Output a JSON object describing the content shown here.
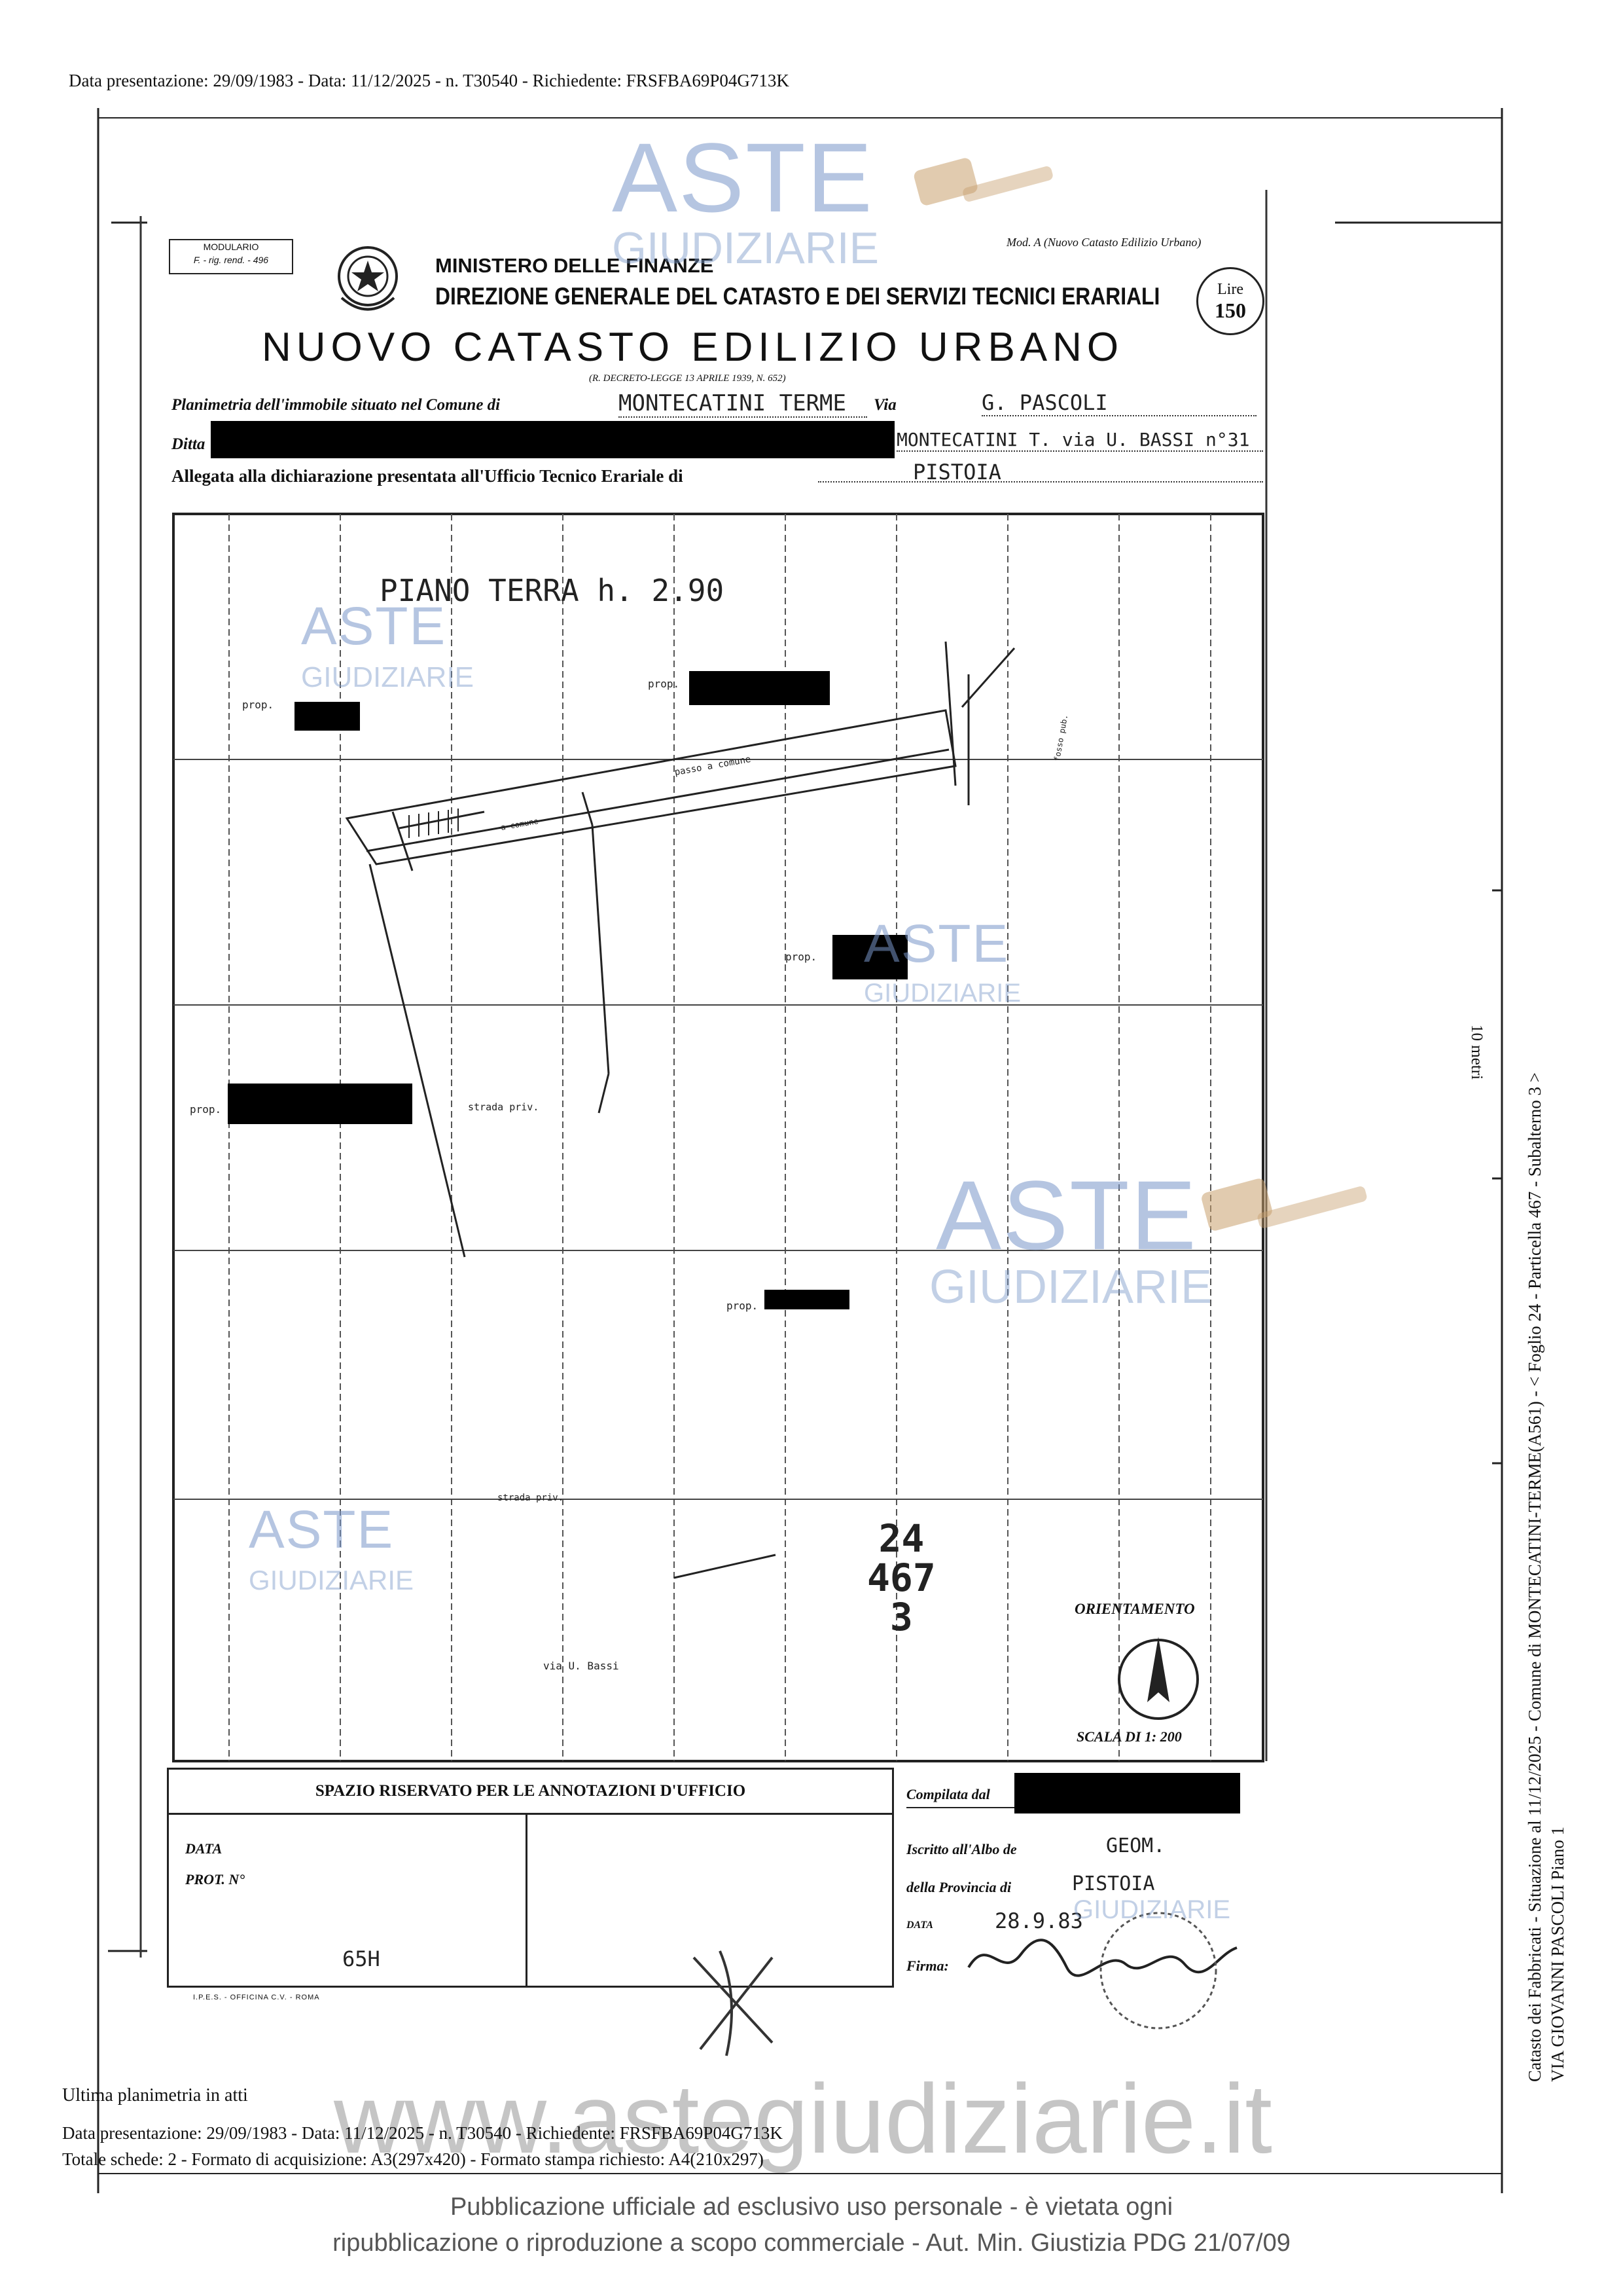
{
  "header_line": "Data presentazione: 29/09/1983 - Data: 11/12/2025 - n. T30540 - Richiedente: FRSFBA69P04G713K",
  "form": {
    "modulario": "MODULARIO",
    "modulario_code": "F. - rig. rend. - 496",
    "mod_a": "Mod. A (Nuovo Catasto Edilizio Urbano)",
    "ministry": "MINISTERO DELLE FINANZE",
    "direzione": "DIREZIONE GENERALE DEL CATASTO E DEI SERVIZI TECNICI ERARIALI",
    "title": "NUOVO CATASTO EDILIZIO URBANO",
    "decreto": "(R. DECRETO-LEGGE 13 APRILE 1939, N. 652)",
    "price_label": "Lire",
    "price_value": "150",
    "planimetria_label": "Planimetria dell'immobile situato nel Comune di",
    "comune_value": "MONTECATINI TERME",
    "via_label": "Via",
    "via_value": "G. PASCOLI",
    "ditta_label": "Ditta",
    "ditta_value": "MONTECATINI T. via U. BASSI n°31",
    "allegata_label": "Allegata alla dichiarazione presentata all'Ufficio Tecnico Erariale di",
    "allegata_value": "PISTOIA"
  },
  "plan": {
    "piano": "PIANO TERRA h. 2.90",
    "prop_labels": [
      "prop.",
      "prop.",
      "prop.",
      "prop.",
      "prop."
    ],
    "strada": "strada priv.",
    "corte": "passo a comune",
    "scala_comune": "a comune",
    "via_u_bassi": "via U. Bassi",
    "fosso": "fosso pub.",
    "foglio_numbers": [
      "24",
      "467",
      "3"
    ],
    "orientamento": "ORIENTAMENTO",
    "scala": "SCALA DI 1: 200"
  },
  "office_box": {
    "title": "SPAZIO RISERVATO PER LE ANNOTAZIONI D'UFFICIO",
    "data_label": "DATA",
    "prot_label": "PROT. N°",
    "number": "65H",
    "printer": "I.P.E.S. - OFFICINA C.V. - ROMA"
  },
  "compiler": {
    "compilata_label": "Compilata dal",
    "iscritto_label": "Iscritto all'Albo de",
    "iscritto_value": "GEOM.",
    "provincia_label": "della Provincia di",
    "provincia_value": "PISTOIA",
    "data_label": "DATA",
    "data_value": "28.9.83",
    "firma_label": "Firma:"
  },
  "watermark": {
    "aste": "ASTE",
    "giudiziarie": "GIUDIZIARIE",
    "site": "www.astegiudiziarie.it"
  },
  "side_text": {
    "line1": "Catasto dei Fabbricati - Situazione al 11/12/2025 - Comune di MONTECATINI-TERME(A561) - < Foglio 24 - Particella 467 - Subalterno 3 >",
    "line2": "VIA GIOVANNI PASCOLI Piano 1",
    "unit": "10 metri"
  },
  "footer": {
    "ultima": "Ultima planimetria in atti",
    "line1": "Data presentazione: 29/09/1983 - Data: 11/12/2025 - n. T30540 - Richiedente: FRSFBA69P04G713K",
    "line2": "Totale schede: 2 - Formato di acquisizione: A3(297x420)  - Formato stampa richiesto: A4(210x297)",
    "notice1": "Pubblicazione ufficiale ad esclusivo uso personale - è vietata ogni",
    "notice2": "ripubblicazione o riproduzione a scopo commerciale - Aut. Min. Giustizia PDG 21/07/09"
  }
}
